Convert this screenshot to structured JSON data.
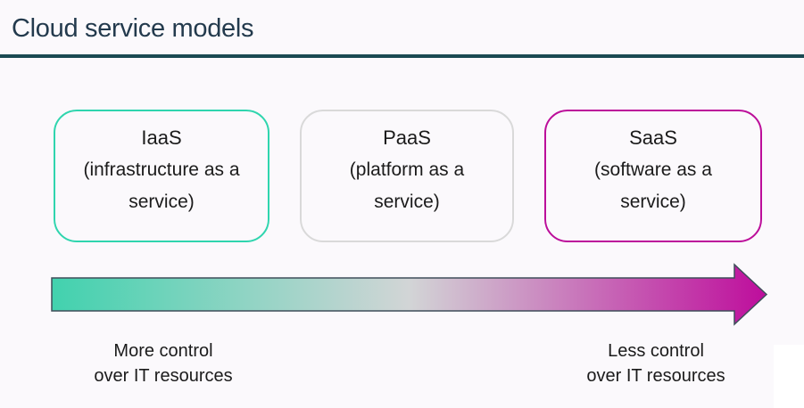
{
  "theme": {
    "background": "#FBF9FC",
    "title_text": "#233A4D",
    "divider": "#1B4A52",
    "body_text": "#1B1B1B"
  },
  "header": {
    "title": "Cloud service models"
  },
  "boxes": [
    {
      "id": "iaas",
      "name": "IaaS",
      "description": "(infrastructure as a service)",
      "description_lines": [
        "(infrastructure as a",
        "service)"
      ],
      "border_color": "#2FD5AE"
    },
    {
      "id": "paas",
      "name": "PaaS",
      "description": "(platform as a service)",
      "description_lines": [
        "(platform as a",
        "service)"
      ],
      "border_color": "#D9D9D9"
    },
    {
      "id": "saas",
      "name": "SaaS",
      "description": "(software as a service)",
      "description_lines": [
        "(software as a",
        "service)"
      ],
      "border_color": "#BC0E9A"
    }
  ],
  "arrow": {
    "direction": "right",
    "gradient": [
      "#41D2AE",
      "#D2D5D6",
      "#BE0D9C"
    ],
    "outline": "#3F4E5A"
  },
  "labels": {
    "left": {
      "line1": "More control",
      "line2": "over IT resources"
    },
    "right": {
      "line1": "Less control",
      "line2": "over IT resources"
    }
  }
}
